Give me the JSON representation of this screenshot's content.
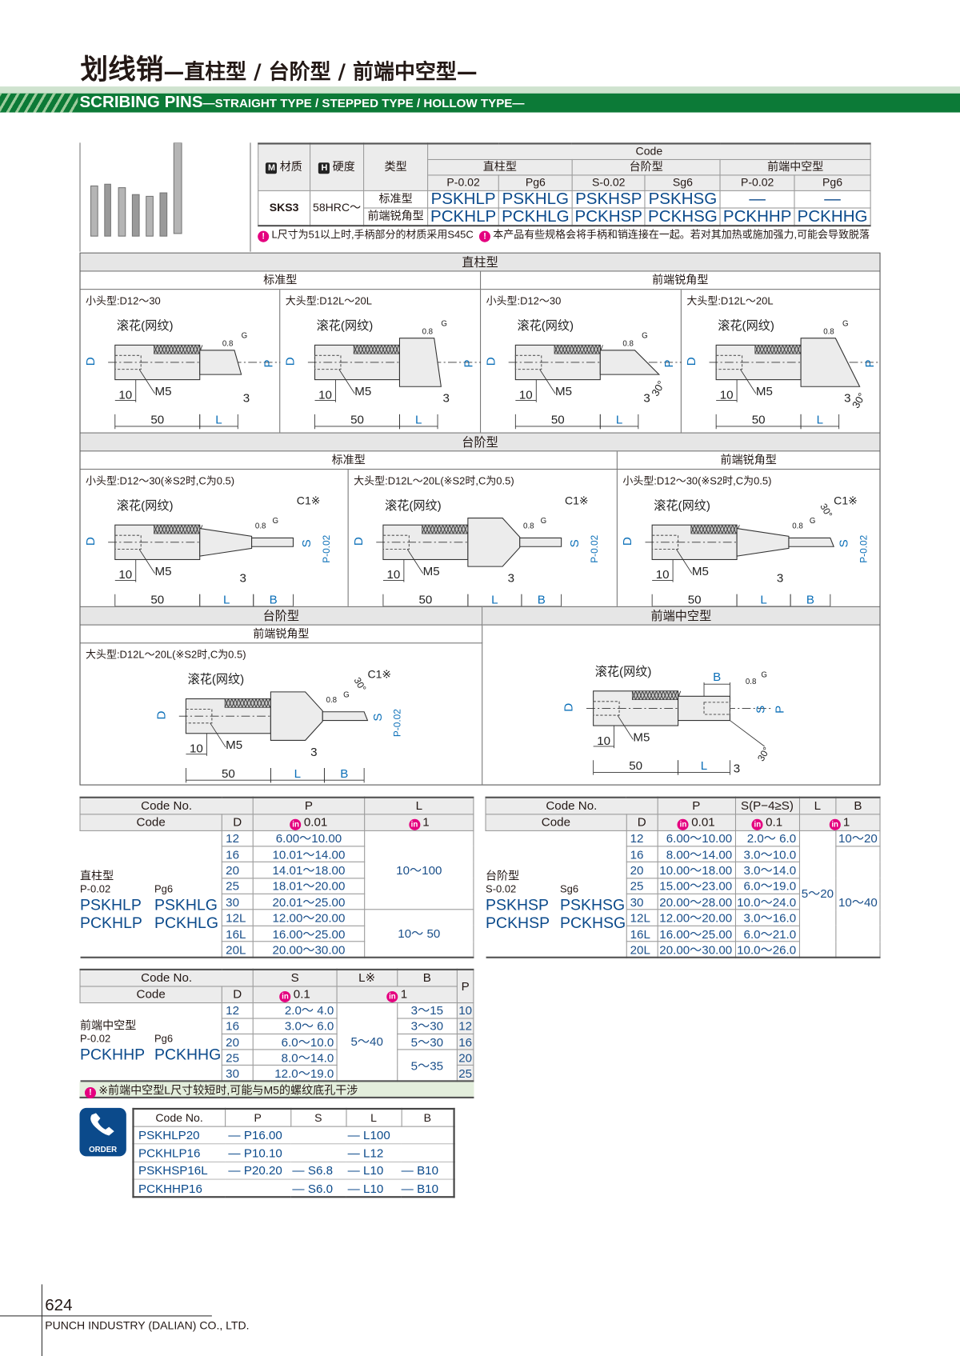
{
  "header": {
    "title_main": "划线销",
    "title_sub": "—直柱型 / 台阶型 / 前端中空型—",
    "en_main": "SCRIBING PINS",
    "en_sub": "—STRAIGHT TYPE / STEPPED TYPE / HOLLOW TYPE—"
  },
  "spec_table": {
    "material_label": "材质",
    "material_icon": "M",
    "hardness_label": "硬度",
    "hardness_icon": "H",
    "type_label": "类型",
    "code_label": "Code",
    "groups": [
      "直柱型",
      "台阶型",
      "前端中空型"
    ],
    "subcols": [
      "P-0.02",
      "Pg6",
      "S-0.02",
      "Sg6",
      "P-0.02",
      "Pg6"
    ],
    "material": "SKS3",
    "hardness": "58HRC～",
    "rows": [
      {
        "type": "标准型",
        "codes": [
          "PSKHLP",
          "PSKHLG",
          "PSKHSP",
          "PSKHSG",
          "—",
          "—"
        ]
      },
      {
        "type": "前端锐角型",
        "codes": [
          "PCKHLP",
          "PCKHLG",
          "PCKHSP",
          "PCKHSG",
          "PCKHHP",
          "PCKHHG"
        ]
      }
    ],
    "note1": "L尺寸为51以上时,手柄部分的材质采用S45C",
    "note2": "本产品有些规格会将手柄和销连接在一起。若对其加热或施加强力,可能会导致脱落"
  },
  "diagrams": {
    "labels": {
      "knurl": "滚花(网纹)",
      "D": "D",
      "P": "P",
      "G": "G",
      "r": "0.8",
      "ten": "10",
      "m5": "M5",
      "fifty": "50",
      "L": "L",
      "three": "3",
      "angle": "30°",
      "S": "S",
      "B": "B",
      "c1": "C1※",
      "ptol": "P-0.02"
    },
    "sections": {
      "straight": "直柱型",
      "stepped": "台阶型",
      "stepped2": "台阶型",
      "hollow": "前端中空型",
      "standard": "标准型",
      "sharp": "前端锐角型",
      "standard2": "标准型",
      "sharp2": "前端锐角型",
      "sharp3": "前端锐角型"
    },
    "panels": [
      {
        "title": "小头型:D12～30"
      },
      {
        "title": "大头型:D12L～20L"
      },
      {
        "title": "小头型:D12～30"
      },
      {
        "title": "大头型:D12L～20L"
      },
      {
        "title": "小头型:D12～30(※S2时,C为0.5)"
      },
      {
        "title": "大头型:D12L～20L(※S2时,C为0.5)"
      },
      {
        "title": "小头型:D12～30(※S2时,C为0.5)"
      },
      {
        "title": "大头型:D12L～20L(※S2时,C为0.5)"
      },
      {
        "title": ""
      }
    ]
  },
  "table_straight": {
    "h_codeno": "Code No.",
    "h_p": "P",
    "h_l": "L",
    "h_code": "Code",
    "h_d": "D",
    "unit_p": "0.01",
    "unit_l": "1",
    "unit_icon": "in",
    "type": "直柱型",
    "tol1": "P-0.02",
    "tol2": "Pg6",
    "codes": [
      [
        "PSKHLP",
        "PSKHLG"
      ],
      [
        "PCKHLP",
        "PCKHLG"
      ]
    ],
    "rows": [
      {
        "d": "12",
        "p": "6.00～10.00"
      },
      {
        "d": "16",
        "p": "10.01～14.00"
      },
      {
        "d": "20",
        "p": "14.01～18.00"
      },
      {
        "d": "25",
        "p": "18.01～20.00"
      },
      {
        "d": "30",
        "p": "20.01～25.00"
      },
      {
        "d": "12L",
        "p": "12.00～20.00"
      },
      {
        "d": "16L",
        "p": "16.00～25.00"
      },
      {
        "d": "20L",
        "p": "20.00～30.00"
      }
    ],
    "l_ranges": [
      "10～100",
      "10～ 50"
    ]
  },
  "table_stepped": {
    "h_codeno": "Code No.",
    "h_p": "P",
    "h_s": "S(P−4≥S)",
    "h_l": "L",
    "h_b": "B",
    "h_code": "Code",
    "h_d": "D",
    "unit_p": "0.01",
    "unit_s": "0.1",
    "unit_lb": "1",
    "type": "台阶型",
    "tol1": "S-0.02",
    "tol2": "Sg6",
    "codes": [
      [
        "PSKHSP",
        "PSKHSG"
      ],
      [
        "PCKHSP",
        "PCKHSG"
      ]
    ],
    "rows": [
      {
        "d": "12",
        "p": "6.00～10.00",
        "s": "2.0～ 6.0"
      },
      {
        "d": "16",
        "p": "8.00～14.00",
        "s": "3.0～10.0"
      },
      {
        "d": "20",
        "p": "10.00～18.00",
        "s": "3.0～14.0"
      },
      {
        "d": "25",
        "p": "15.00～23.00",
        "s": "6.0～19.0"
      },
      {
        "d": "30",
        "p": "20.00～28.00",
        "s": "10.0～24.0"
      },
      {
        "d": "12L",
        "p": "12.00～20.00",
        "s": "3.0～16.0"
      },
      {
        "d": "16L",
        "p": "16.00～25.00",
        "s": "6.0～21.0"
      },
      {
        "d": "20L",
        "p": "20.00～30.00",
        "s": "10.0～26.0"
      }
    ],
    "l_range": "5～20",
    "b_ranges": [
      "10～20",
      "10～40"
    ]
  },
  "table_hollow": {
    "h_codeno": "Code No.",
    "h_s": "S",
    "h_l": "L※",
    "h_b": "B",
    "h_p": "P",
    "h_code": "Code",
    "h_d": "D",
    "unit_s": "0.1",
    "unit_lb": "1",
    "type": "前端中空型",
    "tol1": "P-0.02",
    "tol2": "Pg6",
    "codes": [
      "PCKHHP",
      "PCKHHG"
    ],
    "rows": [
      {
        "d": "12",
        "s": "2.0～ 4.0",
        "p": "10"
      },
      {
        "d": "16",
        "s": "3.0～ 6.0",
        "p": "12"
      },
      {
        "d": "20",
        "s": "6.0～10.0",
        "p": "16"
      },
      {
        "d": "25",
        "s": "8.0～14.0",
        "p": "20"
      },
      {
        "d": "30",
        "s": "12.0～19.0",
        "p": "25"
      }
    ],
    "l_range": "5～40",
    "b_ranges": [
      "3～15",
      "3～30",
      "5～30",
      "5～35"
    ],
    "note": "※前端中空型L尺寸较短时,可能与M5的螺纹底孔干涉"
  },
  "order": {
    "icon_label": "ORDER",
    "headers": [
      "Code No.",
      "P",
      "S",
      "L",
      "B"
    ],
    "rows": [
      [
        "PSKHLP20",
        "—",
        "P16.00",
        "",
        "",
        "—",
        "L100",
        "",
        ""
      ],
      [
        "PCKHLP16",
        "—",
        "P10.10",
        "",
        "",
        "—",
        "L12",
        "",
        ""
      ],
      [
        "PSKHSP16L",
        "—",
        "P20.20",
        "—",
        "S6.8",
        "—",
        "L10",
        "—",
        "B10"
      ],
      [
        "PCKHHP16",
        "",
        "",
        "—",
        "S6.0",
        "—",
        "L10",
        "—",
        "B10"
      ]
    ]
  },
  "footer": {
    "page": "624",
    "company": "PUNCH INDUSTRY (DALIAN) CO., LTD."
  }
}
